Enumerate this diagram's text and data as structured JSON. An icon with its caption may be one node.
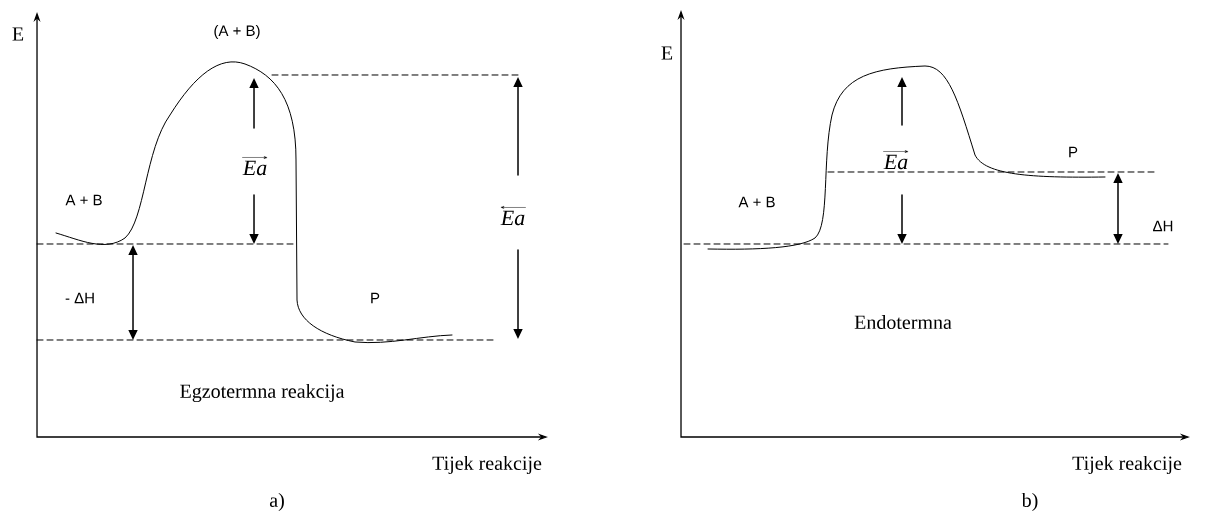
{
  "diagram": {
    "labels": [
      "E",
      "(A + B)",
      "E",
      "P",
      "Ea",
      "Ea",
      "A + B",
      "Ea",
      "A + B",
      "ΔH",
      "- ΔH",
      "P",
      "Endotermna",
      "Egzotermna reakcija",
      "Tijek reakcije",
      "Tijek reakcije",
      "a)",
      "b)"
    ]
  }
}
